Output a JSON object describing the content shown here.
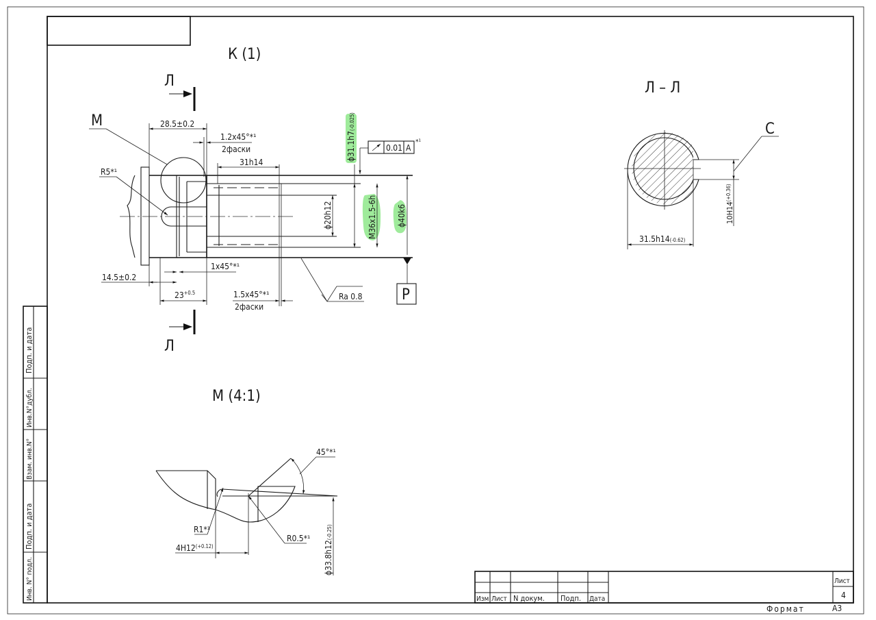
{
  "views": {
    "main": {
      "title": "К (1)",
      "section_label_top": "Л",
      "section_label_bottom": "Л",
      "detail_callout": "М",
      "dims": {
        "d1": "28.5±0.2",
        "d2_top": "1.2x45°*¹",
        "d2_bottom": "2фаски",
        "d3": "31h14",
        "d4": "R5*¹",
        "d5": "14.5±0.2",
        "d6": "23",
        "d6_tol": "+0.5",
        "d7": "1x45°*¹",
        "d8_top": "1.5x45°*¹",
        "d8_bottom": "2фаски",
        "d9": "ϕ20h12",
        "d10": "ϕ31.1h7",
        "d10_tol": "(-0.025)",
        "d11": "M36x1.5-6h",
        "d12": "ϕ40k6",
        "roughness": "Ra 0.8",
        "runout_value": "0.01",
        "runout_base": "A",
        "runout_note": "*¹",
        "base_label": "Р"
      }
    },
    "section": {
      "title": "Л – Л",
      "callout": "С",
      "width_dim": "31.5h14",
      "width_tol": "(-0.62)",
      "slot_dim": "10H14",
      "slot_tol": "(+0.36)"
    },
    "detail": {
      "title": "М (4:1)",
      "angle": "45°*¹",
      "r1": "R1*¹",
      "r2": "R0.5*¹",
      "width": "4H12",
      "width_tol": "(+0.12)",
      "diam": "ϕ33.8h12",
      "diam_tol": "(-0.25)"
    }
  },
  "side_stamp": [
    "Подп. и дата",
    "Инв.N°дубл.",
    "Взам. инв.N°",
    "Подп. и дата",
    "Инв. N° подл."
  ],
  "title_block": {
    "headers": [
      "Изм",
      "Лист",
      "N докум.",
      "Подп.",
      "Дата"
    ],
    "sheet_label": "Лист",
    "sheet_number": "4",
    "format_label": "Формат",
    "format_value": "A3"
  },
  "highlight_color": "#8ee88a"
}
